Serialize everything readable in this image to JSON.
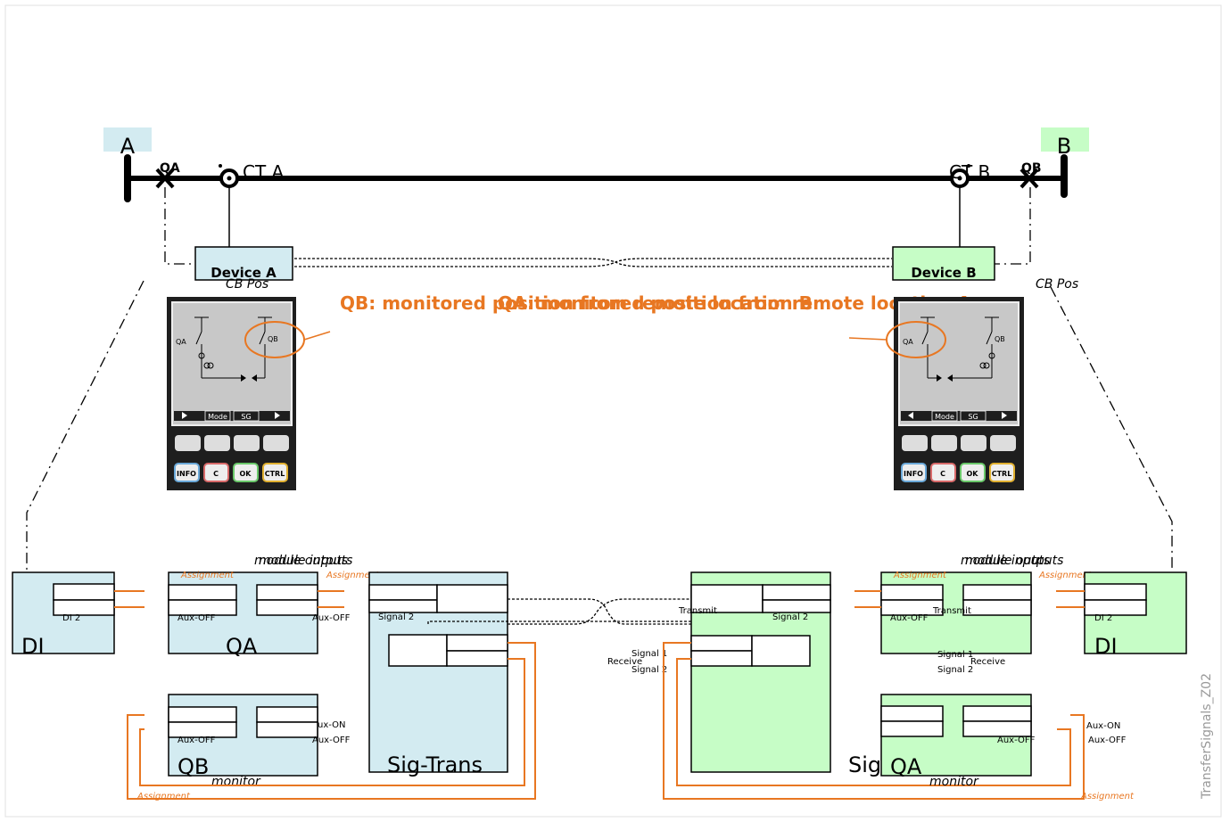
{
  "busbar": {
    "label_a": "A",
    "label_b": "B",
    "qa": "QA",
    "qb": "QB",
    "ct_a": "CT A",
    "ct_b": "CT B"
  },
  "devices": {
    "a_name": "Device A",
    "b_name": "Device B",
    "cb_pos": "CB Pos"
  },
  "callouts": {
    "left": "QB: monitored position from remote location B",
    "right": "QA: monitored position from remote location A"
  },
  "hmi": {
    "qa": "QA",
    "qb": "QB",
    "softkeys": [
      "Mode",
      "SG"
    ],
    "buttons": [
      "INFO",
      "C",
      "OK",
      "CTRL"
    ]
  },
  "modules": {
    "di": "DI",
    "di_signal": "DI 2",
    "qa": "QA",
    "qb": "QB",
    "sig_trans": "Sig-Trans",
    "sig_qa": "Sig QA",
    "monitor": "monitor",
    "module_outputs": "module outputs",
    "module_inputs": "module inputs",
    "assignment": "Assignment",
    "aux_off": "Aux-OFF",
    "aux_on": "Aux-ON",
    "aux_on_cut": "ux-ON",
    "signal_1": "Signal 1",
    "signal_2": "Signal 2",
    "transmit": "Transmit",
    "receive": "Receive"
  },
  "footer_id": "TransferSignals_Z02",
  "colors": {
    "blue_fill": "#d3ebf1",
    "green_fill": "#c6fdc6",
    "orange": "#e87722",
    "hmi_body": "#1e1e1e",
    "hmi_screen": "#c8c8c8"
  }
}
